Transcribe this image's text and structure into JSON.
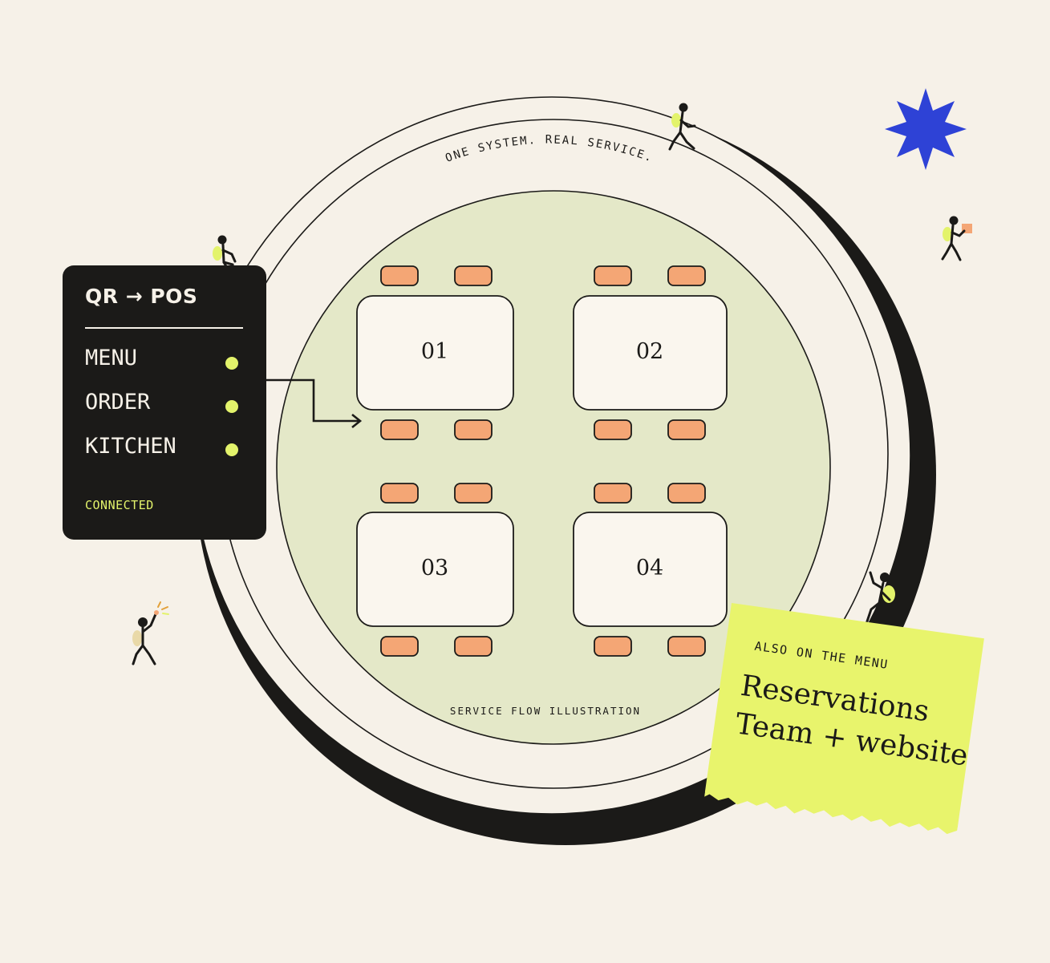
{
  "ring_caption": "ONE SYSTEM. REAL SERVICE.",
  "floor_caption": "SERVICE FLOW ILLUSTRATION",
  "pos_panel": {
    "title": "QR → POS",
    "items": [
      {
        "label": "MENU",
        "status": "active"
      },
      {
        "label": "ORDER",
        "status": "active"
      },
      {
        "label": "KITCHEN",
        "status": "active"
      }
    ],
    "status_text": "CONNECTED"
  },
  "tables": [
    {
      "number": "01"
    },
    {
      "number": "02"
    },
    {
      "number": "03"
    },
    {
      "number": "04"
    }
  ],
  "note": {
    "label": "ALSO ON THE MENU",
    "lines": [
      "Reservations",
      "Team + website"
    ]
  },
  "icons": [
    "star-icon",
    "walking-person-icon",
    "person-carrying-box-icon",
    "sitting-person-icon",
    "climbing-person-icon",
    "waving-person-icon",
    "arrow-icon"
  ],
  "colors": {
    "background": "#f6f1e8",
    "ink": "#1b1a18",
    "floor": "#e4e8c8",
    "seat": "#f4a675",
    "accent_lime": "#e8f46c",
    "status_dot": "#e3f36b",
    "star": "#2e42d6",
    "table": "#faf6ee"
  }
}
